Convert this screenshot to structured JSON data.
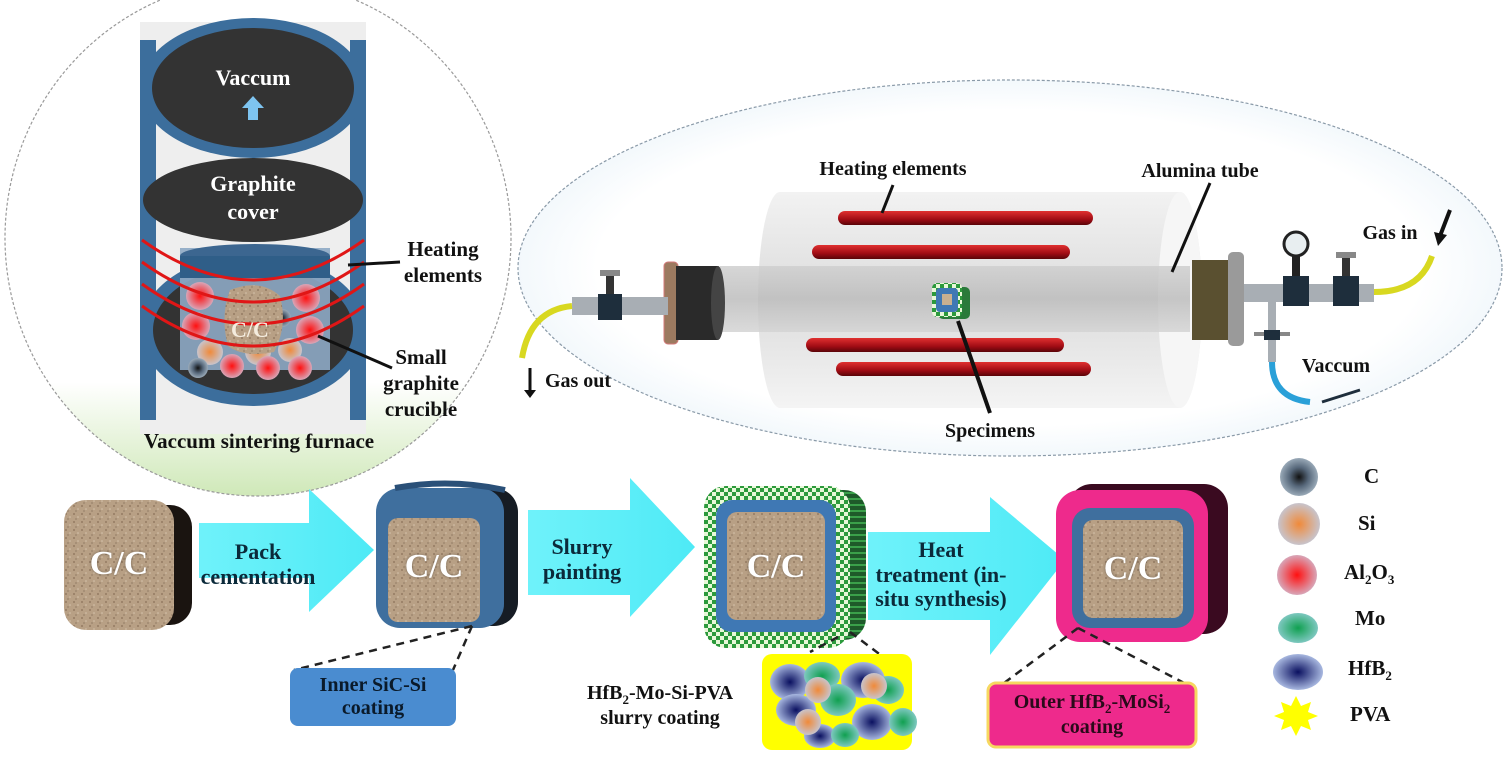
{
  "furnace_panel": {
    "vacuum_label": "Vaccum",
    "graphite_cover_line1": "Graphite",
    "graphite_cover_line2": "cover",
    "heating_elements_line1": "Heating",
    "heating_elements_line2": "elements",
    "crucible_line1": "Small",
    "crucible_line2": "graphite",
    "crucible_line3": "crucible",
    "specimen_label": "C/C",
    "title": "Vaccum sintering furnace"
  },
  "tube_furnace_panel": {
    "heating_elements_label": "Heating elements",
    "alumina_tube_label": "Alumina tube",
    "gas_in_label": "Gas in",
    "gas_out_label": "Gas out",
    "vacuum_label": "Vaccum",
    "specimens_label": "Specimens"
  },
  "process_flow": {
    "specimens": [
      "C/C",
      "C/C",
      "C/C",
      "C/C"
    ],
    "steps": [
      {
        "line1": "Pack",
        "line2": "cementation",
        "line3": ""
      },
      {
        "line1": "Slurry",
        "line2": "painting",
        "line3": ""
      },
      {
        "line1": "Heat",
        "line2": "treatment (in-",
        "line3": "situ synthesis)"
      }
    ],
    "callouts": {
      "inner": {
        "line1": "Inner SiC-Si",
        "line2": "coating"
      },
      "slurry": {
        "line1_pre": "HfB",
        "line1_sub": "2",
        "line1_post": "-Mo-Si-PVA",
        "line2": "slurry coating"
      },
      "outer": {
        "line1_pre": "Outer HfB",
        "line1_sub1": "2",
        "line1_mid": "-MoSi",
        "line1_sub2": "2",
        "line2": "coating"
      }
    }
  },
  "legend": {
    "items": [
      {
        "name": "C",
        "main": "C",
        "sub": "",
        "tail": "",
        "tail_sub": "",
        "color": "#3a4a5a"
      },
      {
        "name": "Si",
        "main": "Si",
        "sub": "",
        "tail": "",
        "tail_sub": "",
        "color": "#e8935a"
      },
      {
        "name": "Al2O3",
        "main": "Al",
        "sub": "2",
        "tail": "O",
        "tail_sub": "3",
        "color": "#ee2222"
      },
      {
        "name": "Mo",
        "main": "Mo",
        "sub": "",
        "tail": "",
        "tail_sub": "",
        "color": "#2aa86a"
      },
      {
        "name": "HfB2",
        "main": "HfB",
        "sub": "2",
        "tail": "",
        "tail_sub": "",
        "color": "#1a2a80"
      },
      {
        "name": "PVA",
        "main": "PVA",
        "sub": "",
        "tail": "",
        "tail_sub": "",
        "color": "#ffff00"
      }
    ]
  },
  "colors": {
    "arrow": "#5ef0f8",
    "coating_blue": "#3f78b4",
    "outer_pink": "#ee2a8c",
    "heater_red": "#b0101a",
    "cc_tan": "#b59a7e"
  }
}
